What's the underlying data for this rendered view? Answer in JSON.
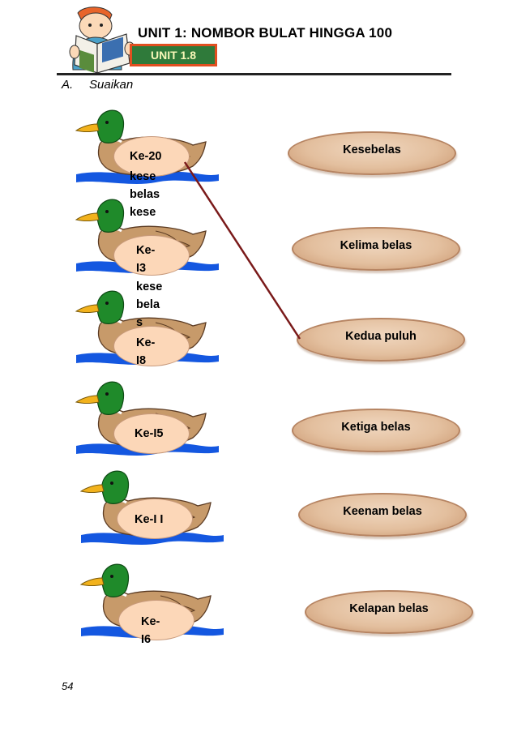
{
  "header": {
    "title": "UNIT 1: NOMBOR BULAT HINGGA 100",
    "unit_badge": "UNIT 1.8"
  },
  "section": {
    "letter": "A.",
    "title": "Suaikan"
  },
  "ducks": [
    {
      "label": "Ke-20"
    },
    {
      "label": "Ke-\nI3"
    },
    {
      "label": "Ke-\nI8"
    },
    {
      "label": "Ke-I5"
    },
    {
      "label": "Ke-I I"
    },
    {
      "label": "Ke-\nI6"
    }
  ],
  "overflow_texts": [
    "kese\nbelas\nkese",
    "kese\nbela\ns"
  ],
  "answers": [
    "Kesebelas",
    "Kelima belas",
    "Kedua puluh",
    "Ketiga belas",
    "Keenam belas",
    "Kelapan belas"
  ],
  "page_number": "54",
  "colors": {
    "duck_head": "#1f8a2a",
    "duck_body": "#c79a6a",
    "water": "#1457e0",
    "label_fill": "#fcd7b8",
    "answer_fill": "#e3bf9e",
    "match_line": "#7a1a1a",
    "badge_fill": "#2f7a3a",
    "badge_border": "#e14f20"
  },
  "icons": {
    "header": "boy-reading-book-icon",
    "duck": "duck-icon"
  }
}
